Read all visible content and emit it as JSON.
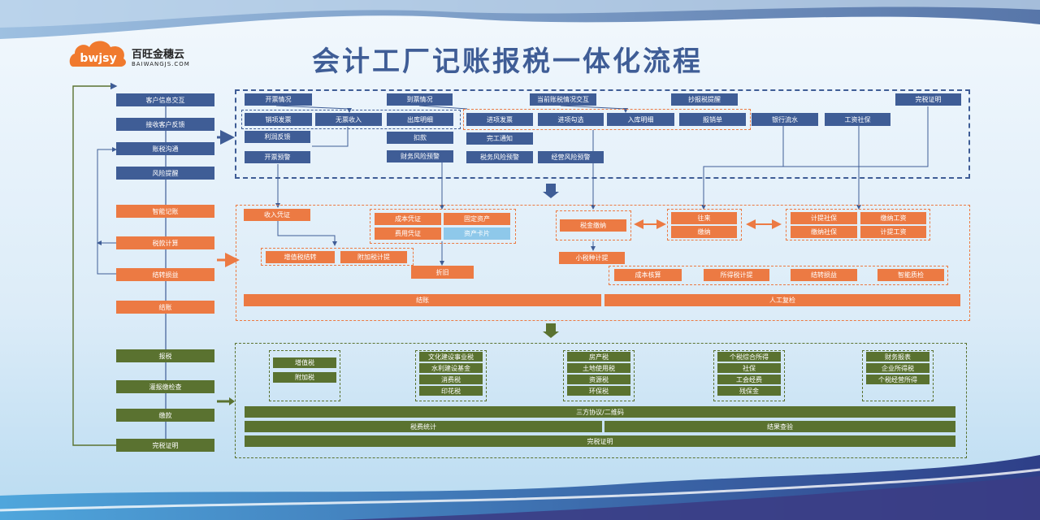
{
  "header": {
    "title": "会计工厂记账报税一体化流程",
    "brand_logo_text": "bwjsy",
    "brand_name": "百旺金穗云",
    "brand_url": "BAIWANGJS.COM"
  },
  "colors": {
    "blue": "#3f5d96",
    "orange": "#ec7a43",
    "green": "#5a7230",
    "lightblue": "#8ec8ea"
  },
  "steps": [
    "客户信息交互",
    "接收客户反馈",
    "账税沟通",
    "风险提醒",
    "智能记账",
    "税款计算",
    "结转损益",
    "结账",
    "报税",
    "灌报缴检查",
    "缴款",
    "完税证明"
  ],
  "section1": {
    "top": [
      "开票情况",
      "到票情况",
      "当前账税情况交互",
      "抄报税提醒",
      "完税证明"
    ],
    "items": [
      "销项发票",
      "无票收入",
      "出库明细",
      "进项发票",
      "进项勾选",
      "入库明细",
      "报销单",
      "银行流水",
      "工资社保",
      "利润反馈",
      "扣款",
      "完工通知",
      "开票预警",
      "财务风险预警",
      "税务风险预警",
      "经营风险预警"
    ]
  },
  "section2": {
    "items": [
      "收入凭证",
      "成本凭证",
      "固定资产",
      "费用凭证",
      "资产卡片",
      "税金缴纳",
      "往来",
      "缴纳",
      "计提社保",
      "缴纳工资",
      "缴纳社保",
      "计提工资",
      "增值税结转",
      "附加税计提",
      "折旧",
      "小税种计提",
      "成本核算",
      "所得税计提",
      "结转损益",
      "智能质检",
      "结账",
      "人工复检"
    ]
  },
  "section3": {
    "items": [
      "增值税",
      "附加税",
      "文化建设事业税",
      "水利建设基金",
      "消费税",
      "印花税",
      "房产税",
      "土地使用税",
      "资源税",
      "环保税",
      "个税综合所得",
      "社保",
      "工会经费",
      "残保金",
      "财务报表",
      "企业所得税",
      "个税经营所得"
    ],
    "bars": [
      "三方协议/二维码",
      "税费统计",
      "结果查验",
      "完税证明"
    ]
  }
}
